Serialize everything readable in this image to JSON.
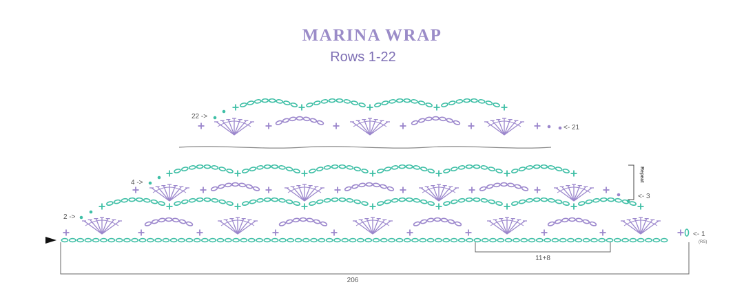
{
  "title": "MARINA WRAP",
  "subtitle": "Rows 1-22",
  "colors": {
    "title": "#9b8cc8",
    "subtitle": "#7e6fb4",
    "teal": "#3fbfa6",
    "purple": "#9b86cc",
    "line": "#888888"
  },
  "symbols": {
    "chain": "chain-oval",
    "single_crochet": "plus",
    "shell": "fan",
    "slip_stitch": "dot"
  },
  "row_markers": {
    "row_22": "22 ->",
    "row_21": "<- 21",
    "row_4": "4 ->",
    "row_3": "<- 3",
    "row_2": "2 ->",
    "row_1": "<- 1",
    "rs": "(RS)",
    "repeat": "Repeat"
  },
  "measurements": {
    "repeat": "11+8",
    "total": "206"
  }
}
